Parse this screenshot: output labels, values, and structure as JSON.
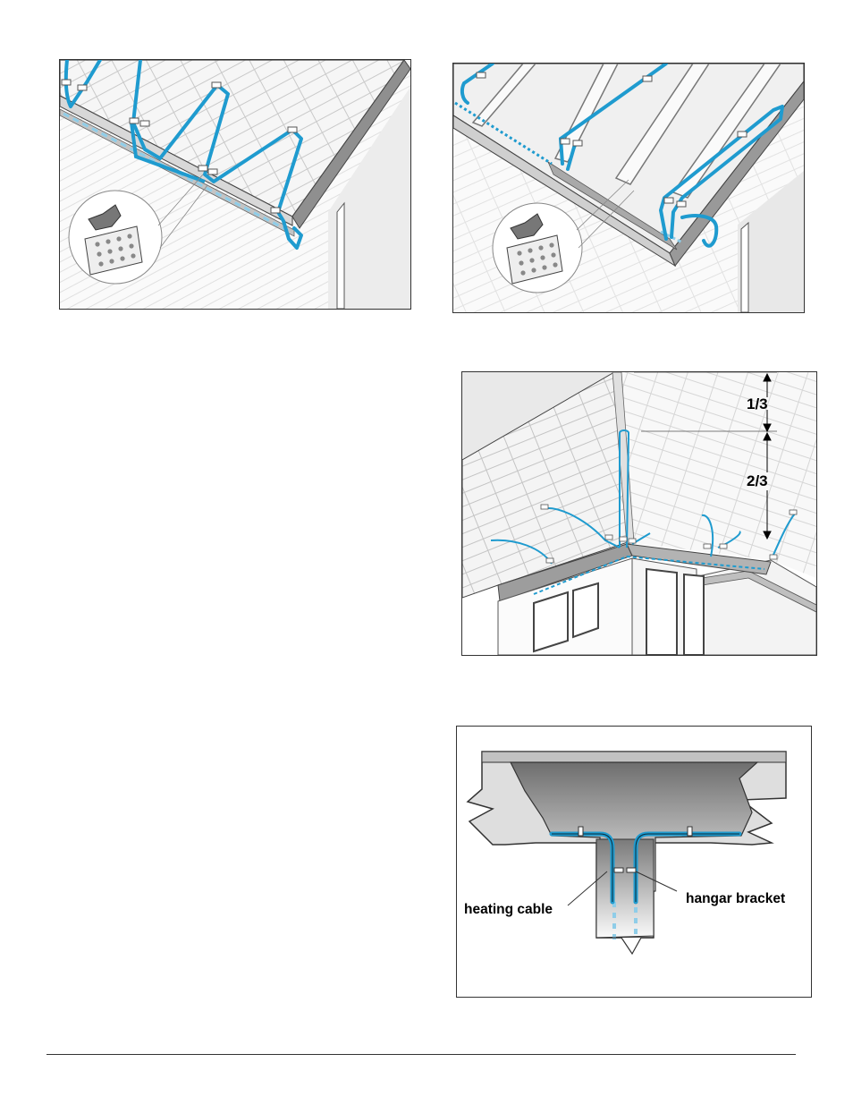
{
  "colors": {
    "heating_cable": "#1f9bcf",
    "cable_hidden": "#8fcde8",
    "roof_shingle": "#f4f4f4",
    "fascia_gray": "#9a9a9a",
    "outline": "#333333"
  },
  "figures": [
    {
      "id": "shingle-roof-zigzag"
    },
    {
      "id": "metal-roof-seam-run"
    },
    {
      "id": "valley-routing",
      "dimension_labels": {
        "upper": "1/3",
        "lower": "2/3"
      }
    },
    {
      "id": "downspout-cross-section",
      "callouts": {
        "cable": "heating cable",
        "bracket": "hangar bracket"
      }
    }
  ],
  "icons": [
    "roof-clip-icon",
    "hanger-bracket-icon",
    "dimension-arrow-icon"
  ]
}
